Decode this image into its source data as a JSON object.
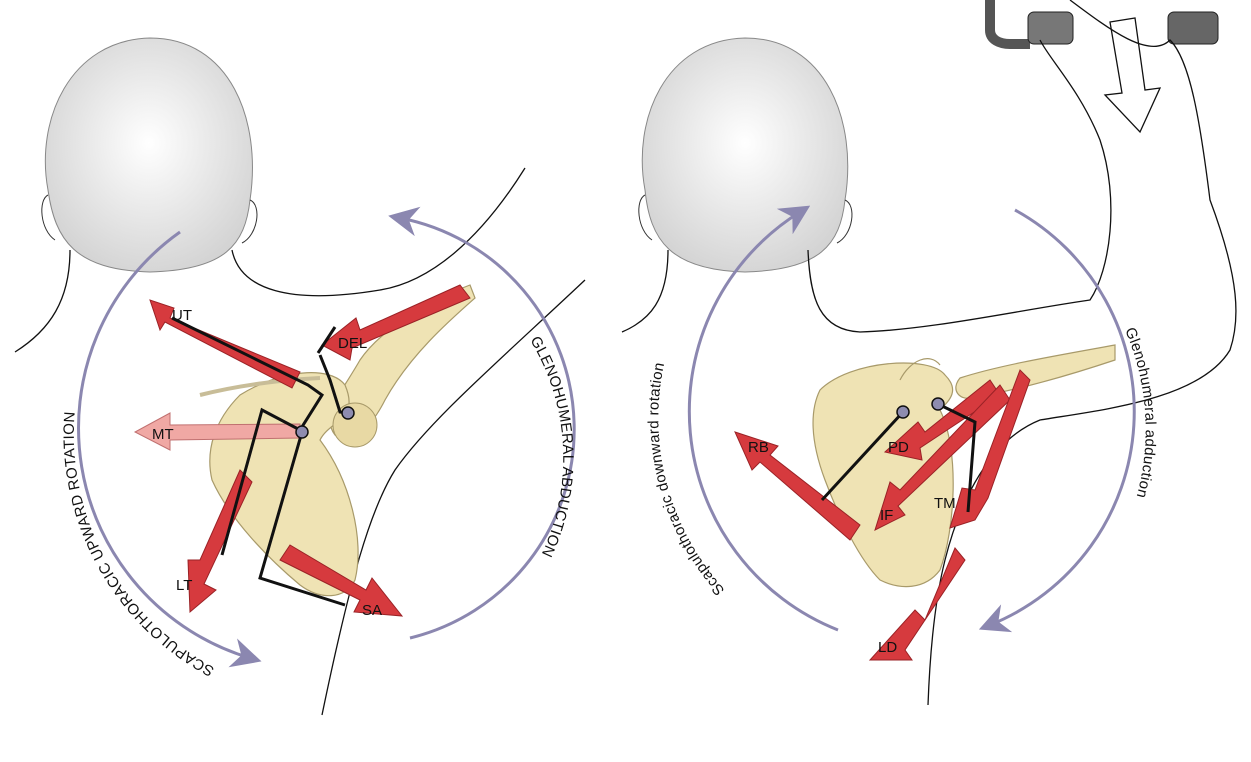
{
  "left_panel": {
    "arc_label_scapular": "SCAPULOTHORACIC UPWARD ROTATION",
    "arc_label_humeral": "GLENOHUMERAL ABDUCTION",
    "muscles": [
      "UT",
      "DEL",
      "MT",
      "LT",
      "SA"
    ]
  },
  "right_panel": {
    "arc_label_scapular": "Scapulothoracic downward rotation",
    "arc_label_humeral": "Glenohumeral adduction",
    "muscles": [
      "RB",
      "PD",
      "IF",
      "TM",
      "LD"
    ]
  },
  "colors": {
    "muscle": "#d63a3e",
    "muscle_light": "#f0a8a4",
    "bone": "#efe3b4",
    "arc": "#8b87b0",
    "head": "#e4e4e4"
  }
}
